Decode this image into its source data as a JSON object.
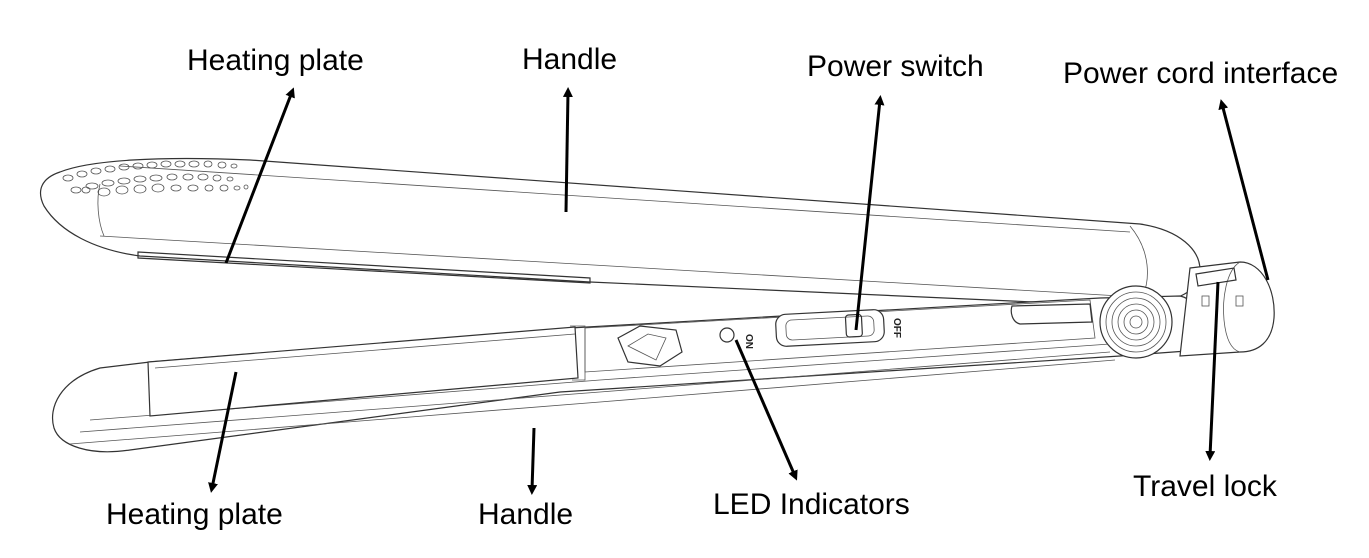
{
  "labels": {
    "heating_plate_top": "Heating plate",
    "handle_top": "Handle",
    "power_switch": "Power switch",
    "power_cord_interface": "Power cord interface",
    "heating_plate_bottom": "Heating plate",
    "handle_bottom": "Handle",
    "led_indicators": "LED Indicators",
    "travel_lock": "Travel lock"
  },
  "device_markings": {
    "on": "ON",
    "off": "OFF"
  },
  "colors": {
    "line": "#333333",
    "arrow": "#000000",
    "background": "#ffffff"
  }
}
